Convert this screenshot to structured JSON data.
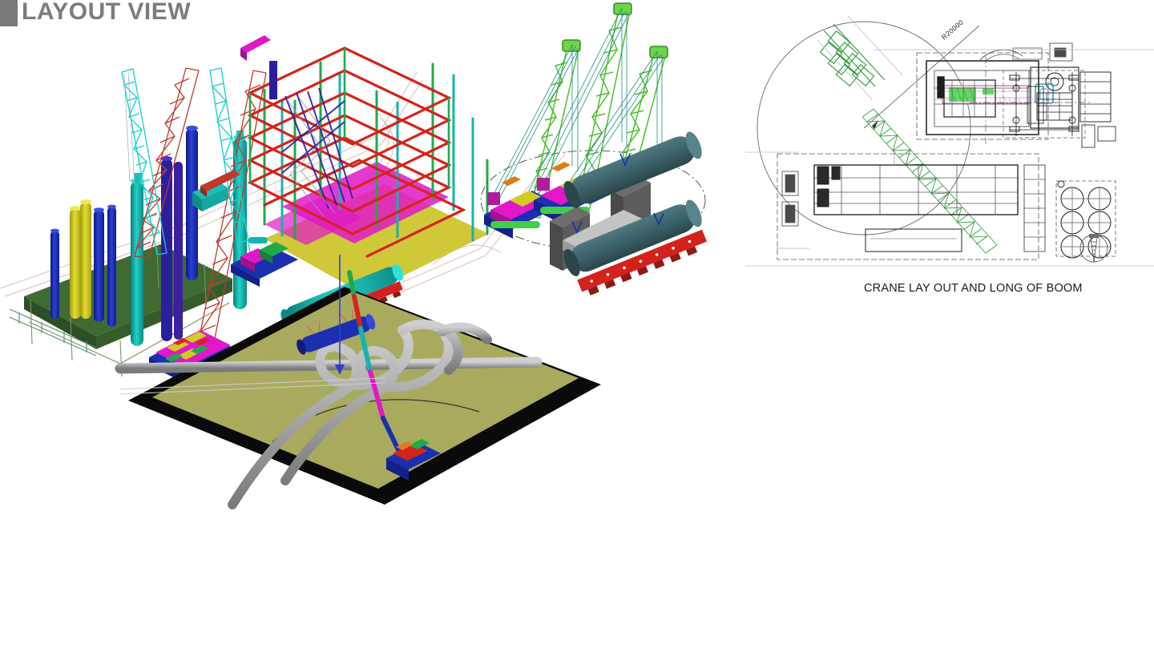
{
  "slide": {
    "title": "LAYOUT VIEW",
    "background_color": "#ffffff",
    "title_color": "#7c7c7a",
    "accent_block_color": "#7a7a78"
  },
  "figures": {
    "left_3d": {
      "name": "3D isometric plant layout with crawler cranes and vertical vessels",
      "palette": {
        "boom_lattice": "#15d0c8",
        "mast_lattice": "#c0392b",
        "vessel_blue": "#1b2fb0",
        "vessel_cyan": "#13b4ab",
        "vessel_yellow": "#d2cc21",
        "platform_green": "#3f6b33",
        "ground_yellow": "#cfc93a",
        "equipment_magenta": "#e018c8",
        "steel_red": "#d4241c",
        "steel_green": "#1faa4a"
      }
    },
    "mid_3d": {
      "name": "Tandem lift study with three lattice boom cranes and vessels on SPMT",
      "palette": {
        "boom_green": "#4fbf2e",
        "rigging_teal": "#1d8f8a",
        "vessel_dark_teal": "#3c6168",
        "cribbing_gray": "#5a5a5a",
        "spmt_red": "#d4211c",
        "base_blue": "#1b2fb0"
      }
    },
    "bottom_3d": {
      "name": "Laydown yard pad with pipe spools and mobile crane",
      "palette": {
        "pad_olive": "#a8ab5e",
        "pad_edge_black": "#0a0a0a",
        "pipe_gray": "#a9a9a9",
        "boom_segments": [
          "#1b2fb0",
          "#e018c8",
          "#13b4ab",
          "#d4241c",
          "#1faa4a"
        ]
      }
    },
    "cad_plan": {
      "name": "CRANE LAY OUT AND LONG OF BOOM",
      "caption": "CRANE LAY OUT AND LONG OF BOOM",
      "radius_label": "R20000",
      "palette": {
        "line": "#55555a",
        "line_dark": "#1d1d1d",
        "boom_green": "#2f9b3a",
        "detail_magenta": "#c850b4",
        "detail_blue": "#3a9fd0"
      }
    }
  }
}
